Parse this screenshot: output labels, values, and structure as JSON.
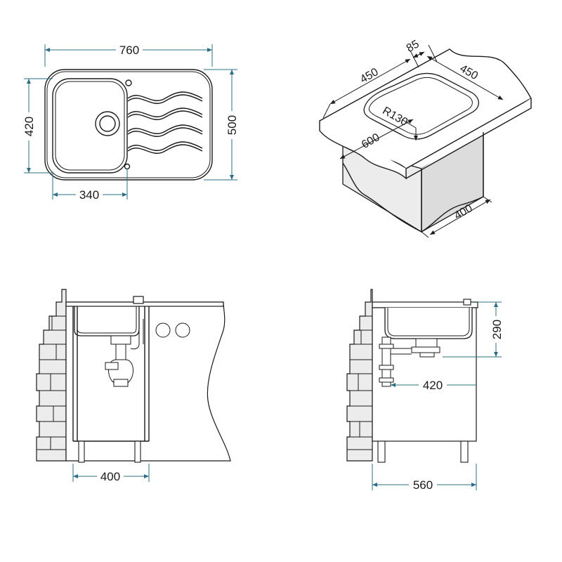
{
  "top_view": {
    "dims": {
      "width": "760",
      "height": "500",
      "bowl_height": "420",
      "bowl_width": "340"
    }
  },
  "iso_view": {
    "dims": {
      "depth": "85",
      "left_width": "450",
      "right_width": "450",
      "radius": "R130",
      "cabinet_width": "600",
      "cabinet_depth": "400"
    }
  },
  "front_view": {
    "dims": {
      "cabinet": "400"
    }
  },
  "side_view": {
    "dims": {
      "bowl_depth": "290",
      "drain_offset": "420",
      "cabinet_depth": "560"
    }
  },
  "colors": {
    "dimension_line": "#2d6e86",
    "ink": "#1a1a1a",
    "cabinet_fill": "#e6e6e6"
  }
}
